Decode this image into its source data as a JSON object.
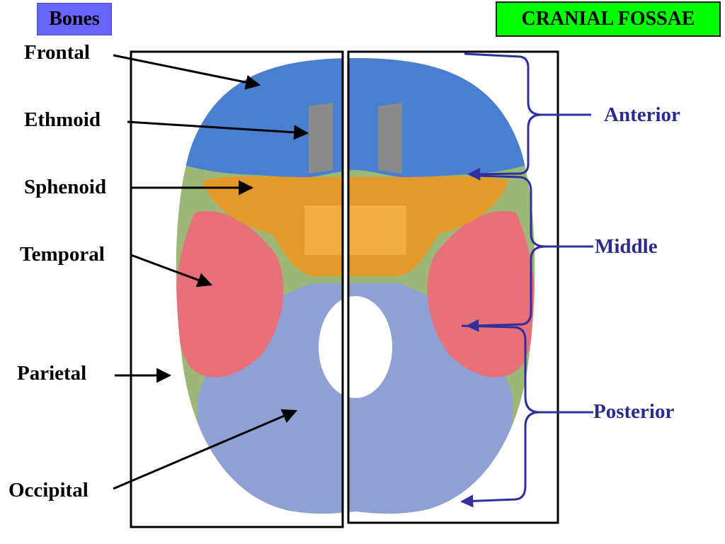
{
  "title": {
    "bones": "Bones",
    "fossae": "CRANIAL FOSSAE"
  },
  "bones": [
    {
      "key": "frontal",
      "label": "Frontal",
      "color": "#4a7fd0"
    },
    {
      "key": "ethmoid",
      "label": "Ethmoid",
      "color": "#8a8a8a"
    },
    {
      "key": "sphenoid",
      "label": "Sphenoid",
      "color": "#e39a2a"
    },
    {
      "key": "temporal",
      "label": "Temporal",
      "color": "#e8707a"
    },
    {
      "key": "parietal",
      "label": "Parietal",
      "color": "#9db776"
    },
    {
      "key": "occipital",
      "label": "Occipital",
      "color": "#8fa0d4"
    }
  ],
  "fossae": [
    {
      "key": "anterior",
      "label": "Anterior"
    },
    {
      "key": "middle",
      "label": "Middle"
    },
    {
      "key": "posterior",
      "label": "Posterior"
    }
  ],
  "colors": {
    "bones_tag_bg": "#6666ff",
    "fossae_tag_bg": "#00ff00",
    "fossa_label": "#2b2b8f",
    "bracket": "#2f2f9e",
    "arrow": "#000000",
    "frame": "#000000"
  }
}
